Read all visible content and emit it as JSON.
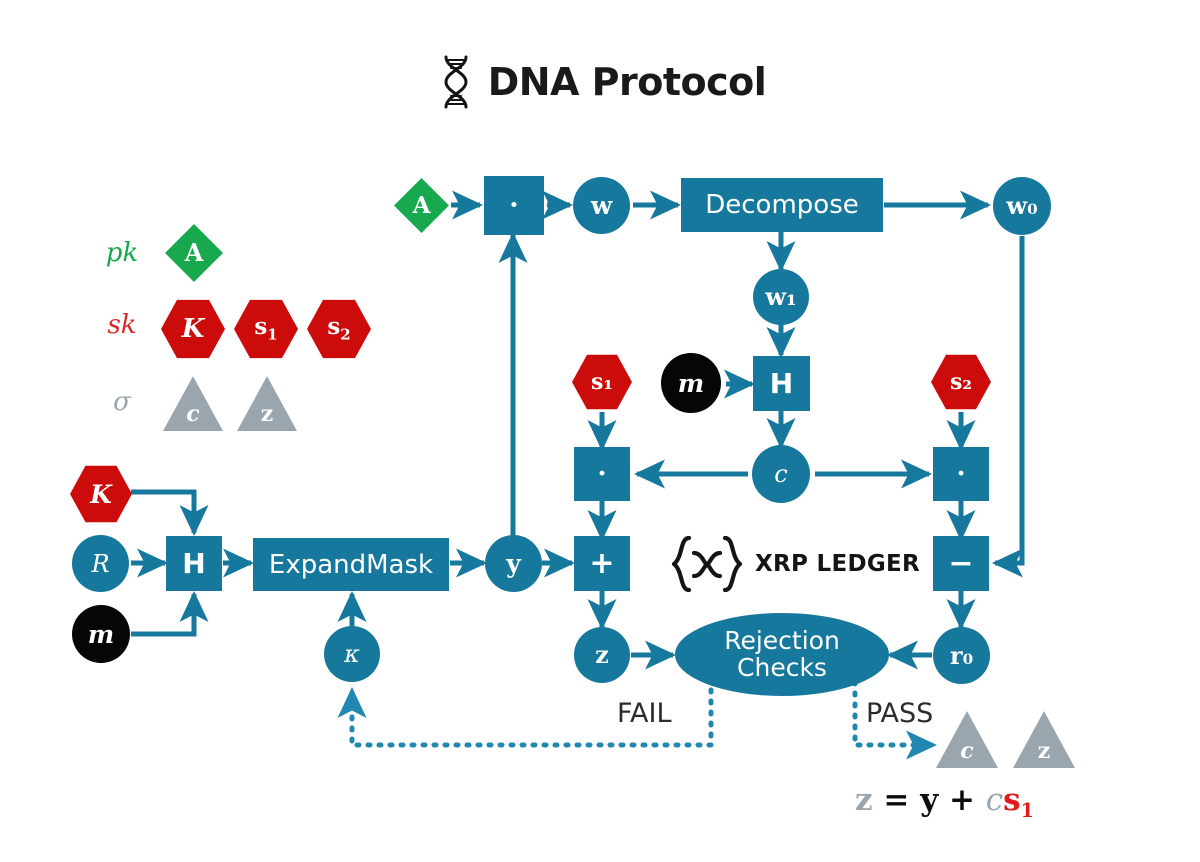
{
  "title": {
    "text": "DNA Protocol",
    "icon": "dna-helix-icon"
  },
  "legend": {
    "rows": [
      {
        "label": "pk",
        "color": "#17a84c",
        "items": [
          {
            "glyph": "A",
            "shape": "diamond",
            "color": "#18a94e"
          }
        ]
      },
      {
        "label": "sk",
        "color": "#d42b2b",
        "items": [
          {
            "glyph": "K",
            "shape": "hexagon",
            "color": "#cc0b0b"
          },
          {
            "glyph": "s1",
            "shape": "hexagon",
            "color": "#cc0b0b"
          },
          {
            "glyph": "s2",
            "shape": "hexagon",
            "color": "#cc0b0b"
          }
        ]
      },
      {
        "label": "σ",
        "color": "#9aa5ad",
        "items": [
          {
            "glyph": "c",
            "shape": "triangle",
            "color": "#9aa5ad"
          },
          {
            "glyph": "z",
            "shape": "triangle",
            "color": "#9aa5ad"
          }
        ]
      }
    ]
  },
  "nodes": {
    "pk_a": "A",
    "mul_top": "·",
    "w": "w",
    "decompose": "Decompose",
    "w0": "w₀",
    "w1": "w₁",
    "s1_hex": "s₁",
    "m_top": "m",
    "hash_top": "H",
    "s2_hex": "s₂",
    "mul_left": "·",
    "c_circle": "c",
    "mul_right": "·",
    "k_hex": "K",
    "r_circle": "R",
    "m_bottom": "m",
    "hash_bottom": "H",
    "expandmask": "ExpandMask",
    "kappa": "κ",
    "y": "y",
    "plus": "+",
    "minus": "−",
    "z": "z",
    "rejection_line1": "Rejection",
    "rejection_line2": "Checks",
    "r0": "r₀",
    "sig_c": "c",
    "sig_z": "z"
  },
  "flow_labels": {
    "fail": "FAIL",
    "pass": "PASS"
  },
  "xrp": {
    "wordmark": "XRP LEDGER",
    "icon": "xrp-ledger-icon"
  },
  "equation": {
    "lhs": "z",
    "eq": "=",
    "rhs_y": "y",
    "plus": "+",
    "rhs_c": "c",
    "rhs_s": "s",
    "rhs_s_sub": "1",
    "full": "z = y + c s₁"
  },
  "colors": {
    "teal": "#17789e",
    "red": "#cc0b0b",
    "green": "#18a94e",
    "gray": "#9aa5ad",
    "black": "#060606",
    "background": "#ffffff"
  }
}
